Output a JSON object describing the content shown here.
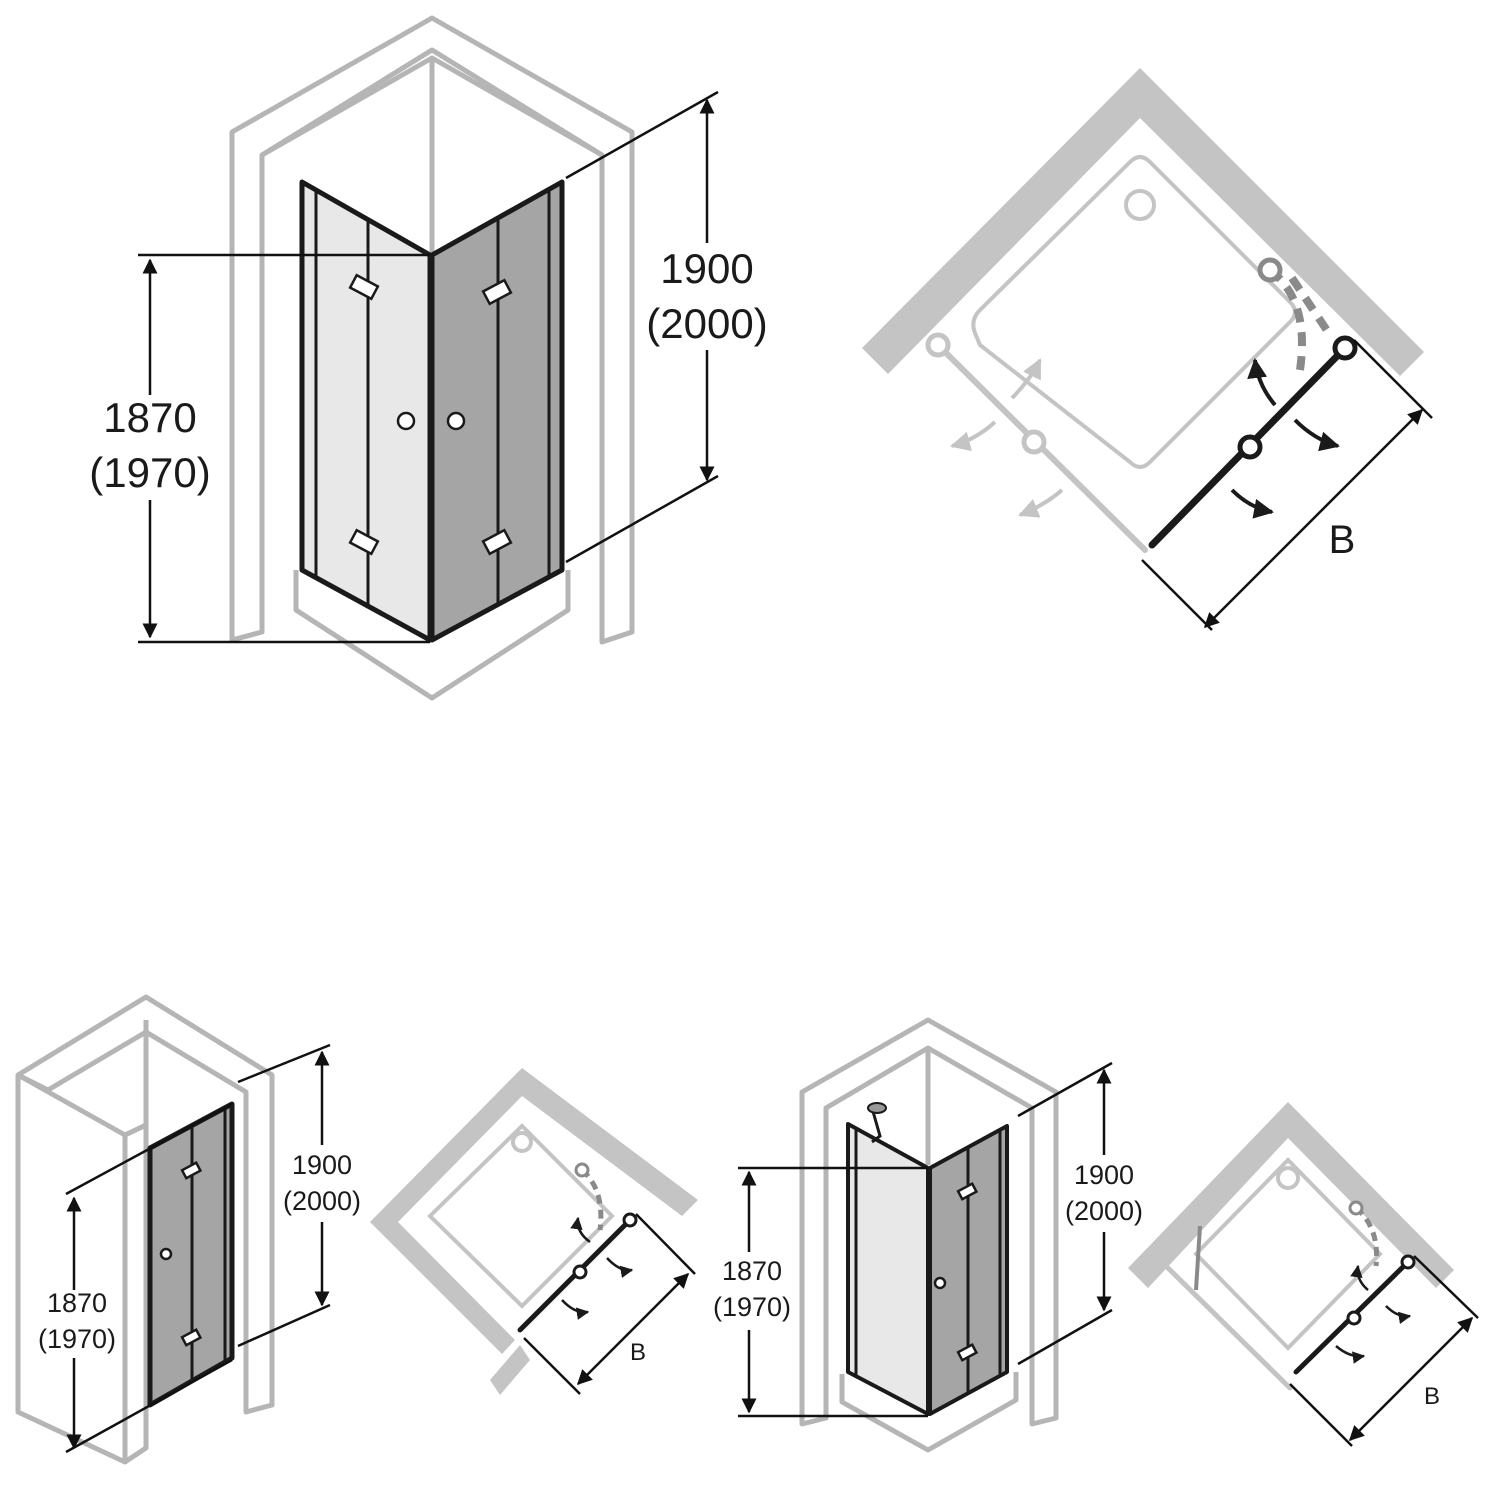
{
  "diagrams": {
    "top": {
      "height_outer": "1900",
      "height_outer_alt": "(2000)",
      "height_inner": "1870",
      "height_inner_alt": "(1970)",
      "width_label": "B"
    },
    "bottom_left": {
      "height_outer": "1900",
      "height_outer_alt": "(2000)",
      "height_inner": "1870",
      "height_inner_alt": "(1970)",
      "width_label": "B"
    },
    "bottom_right": {
      "height_outer": "1900",
      "height_outer_alt": "(2000)",
      "height_inner": "1870",
      "height_inner_alt": "(1970)",
      "width_label": "B"
    }
  },
  "colors": {
    "wall": "#b5b5b5",
    "frame": "#1a1a1a",
    "glass_dark": "#a5a5a5",
    "glass_light": "#e8e8e8"
  }
}
